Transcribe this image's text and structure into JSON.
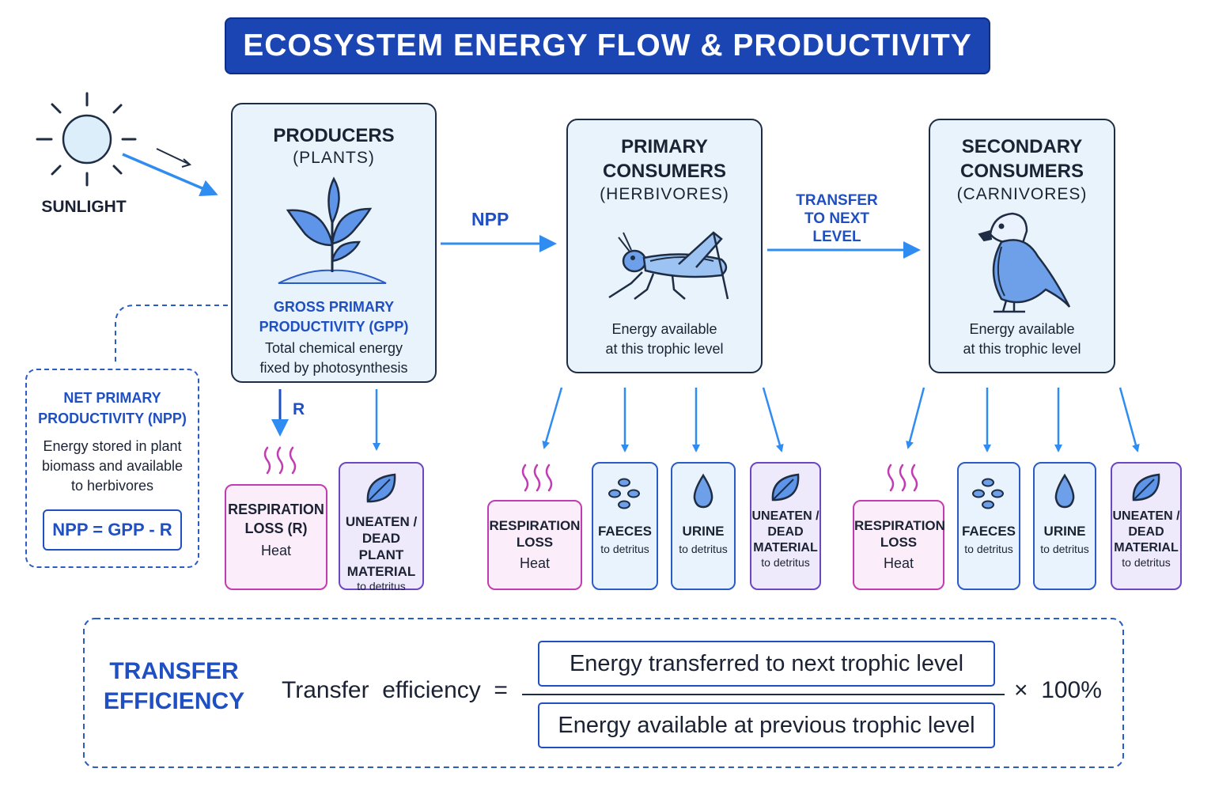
{
  "title": "ECOSYSTEM ENERGY FLOW & PRODUCTIVITY",
  "sunlight": {
    "label": "SUNLIGHT",
    "icon": "sun-icon"
  },
  "producers": {
    "title": "PRODUCERS",
    "subtitle": "(PLANTS)",
    "icon": "plant-icon",
    "gpp_line1": "GROSS PRIMARY",
    "gpp_line2": "PRODUCTIVITY (GPP)",
    "desc_line1": "Total chemical energy",
    "desc_line2": "fixed by photosynthesis"
  },
  "npp_panel": {
    "title_line1": "NET PRIMARY",
    "title_line2": "PRODUCTIVITY (NPP)",
    "desc_line1": "Energy stored in plant",
    "desc_line2": "biomass and available",
    "desc_line3": "to herbivores",
    "formula": "NPP = GPP - R"
  },
  "arrows": {
    "npp": "NPP",
    "r": "R",
    "transfer_line1": "TRANSFER",
    "transfer_line2": "TO NEXT",
    "transfer_line3": "LEVEL"
  },
  "primary": {
    "title_line1": "PRIMARY",
    "title_line2": "CONSUMERS",
    "subtitle": "(HERBIVORES)",
    "icon": "grasshopper-icon",
    "desc_line1": "Energy available",
    "desc_line2": "at this trophic level"
  },
  "secondary": {
    "title_line1": "SECONDARY",
    "title_line2": "CONSUMERS",
    "subtitle": "(CARNIVORES)",
    "icon": "bird-icon",
    "desc_line1": "Energy available",
    "desc_line2": "at this trophic level"
  },
  "producer_losses": {
    "resp": {
      "line1": "RESPIRATION",
      "line2": "LOSS (R)",
      "heat": "Heat"
    },
    "uneaten": {
      "line1": "UNEATEN /",
      "line2": "DEAD PLANT",
      "line3": "MATERIAL",
      "sub": "to detritus"
    }
  },
  "primary_losses": {
    "resp": {
      "line1": "RESPIRATION",
      "line2": "LOSS",
      "heat": "Heat"
    },
    "faeces": {
      "title": "FAECES",
      "sub": "to detritus"
    },
    "urine": {
      "title": "URINE",
      "sub": "to detritus"
    },
    "uneaten": {
      "line1": "UNEATEN /",
      "line2": "DEAD",
      "line3": "MATERIAL",
      "sub": "to detritus"
    }
  },
  "secondary_losses": {
    "resp": {
      "line1": "RESPIRATION",
      "line2": "LOSS",
      "heat": "Heat"
    },
    "faeces": {
      "title": "FAECES",
      "sub": "to detritus"
    },
    "urine": {
      "title": "URINE",
      "sub": "to detritus"
    },
    "uneaten": {
      "line1": "UNEATEN /",
      "line2": "DEAD",
      "line3": "MATERIAL",
      "sub": "to detritus"
    }
  },
  "efficiency": {
    "title_line1": "TRANSFER",
    "title_line2": "EFFICIENCY",
    "lhs": "Transfer  efficiency  =",
    "numerator": "Energy transferred to next trophic level",
    "denominator": "Energy available at previous trophic level",
    "multiplier": "×  100%"
  },
  "colors": {
    "title_bg": "#1a45b2",
    "accent_blue": "#1f4fc1",
    "arrow_blue": "#2f8cf0",
    "heat_pink": "#c23cb1",
    "card_bg": "#e8f3fc"
  }
}
